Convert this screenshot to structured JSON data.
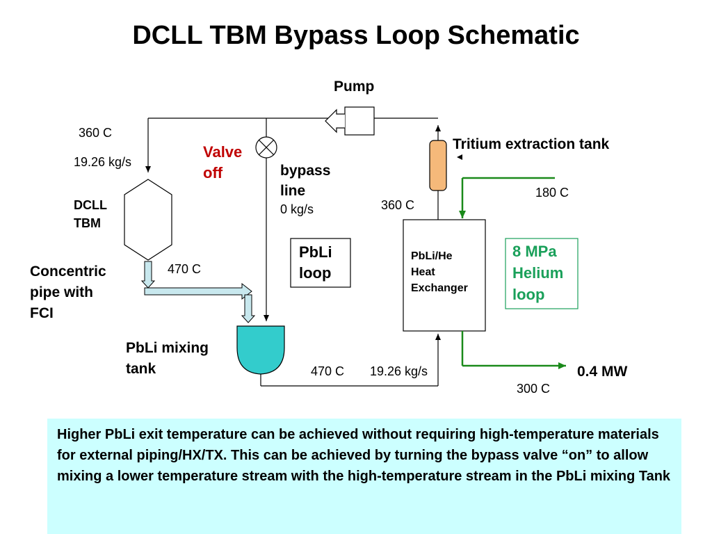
{
  "title": "DCLL TBM Bypass Loop Schematic",
  "labels": {
    "pump": "Pump",
    "temp_360_left": "360 C",
    "flow_left": "19.26 kg/s",
    "valve_line1": "Valve",
    "valve_line2": "off",
    "bypass_line1": "bypass",
    "bypass_line2": "line",
    "bypass_flow": "0 kg/s",
    "dcll_line1": "DCLL",
    "dcll_line2": "TBM",
    "concentric_line1": "Concentric",
    "concentric_line2": "pipe with",
    "concentric_line3": "FCI",
    "temp_470_upper": "470 C",
    "pbli_loop_line1": "PbLi",
    "pbli_loop_line2": "loop",
    "mixing_line1": "PbLi mixing",
    "mixing_line2": "tank",
    "temp_470_lower": "470 C",
    "flow_lower": "19.26 kg/s",
    "tritium": "Tritium extraction tank",
    "temp_360_right": "360 C",
    "temp_180": "180 C",
    "hx_line1": "PbLi/He",
    "hx_line2": "Heat",
    "hx_line3": "Exchanger",
    "helium_line1": "8 MPa",
    "helium_line2": "Helium",
    "helium_line3": "loop",
    "power": "0.4 MW",
    "temp_300": "300 C"
  },
  "note": "Higher PbLi exit temperature can be achieved  without requiring high-temperature materials for external piping/HX/TX. This can be achieved by turning the bypass valve “on” to allow mixing a lower temperature stream with the high-temperature stream in the PbLi mixing Tank",
  "colors": {
    "helium_line": "#1a8a1a",
    "helium_text": "#1aa05a",
    "valve_text": "#c00000",
    "mixing_tank": "#33cccc",
    "tritium_tank": "#f5b97a",
    "concentric_pipe": "#c8e8ee",
    "note_bg": "#ccffff"
  }
}
